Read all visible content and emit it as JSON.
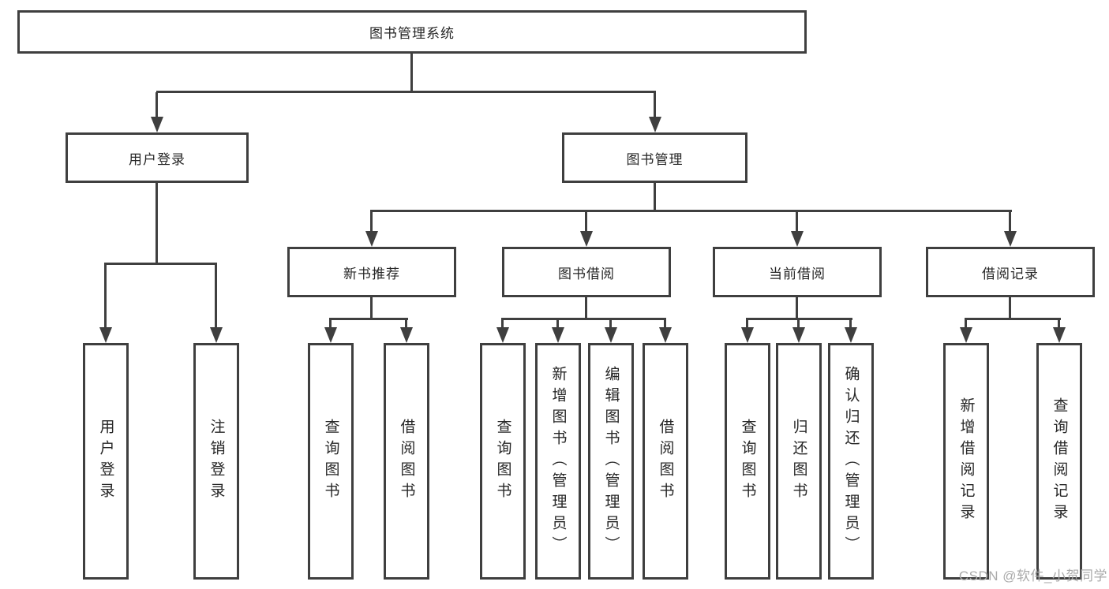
{
  "diagram": {
    "root": {
      "label": "图书管理系统"
    },
    "login": {
      "label": "用户登录",
      "children": [
        "用户登录",
        "注销登录"
      ]
    },
    "management": {
      "label": "图书管理",
      "sections": [
        {
          "label": "新书推荐",
          "children": [
            "查询图书",
            "借阅图书"
          ]
        },
        {
          "label": "图书借阅",
          "children": [
            "查询图书",
            "新增图书（管理员）",
            "编辑图书（管理员）",
            "借阅图书"
          ]
        },
        {
          "label": "当前借阅",
          "children": [
            "查询图书",
            "归还图书",
            "确认归还（管理员）"
          ]
        },
        {
          "label": "借阅记录",
          "children": [
            "新增借阅记录",
            "查询借阅记录"
          ]
        }
      ]
    }
  },
  "watermark": "CSDN @软件_小贺同学",
  "colors": {
    "line": "#3f3f3f",
    "box_border": "#3f3f3f",
    "box_fill": "#ffffff",
    "text": "#262626",
    "watermark": "#aaaaaa",
    "background": "#ffffff"
  }
}
